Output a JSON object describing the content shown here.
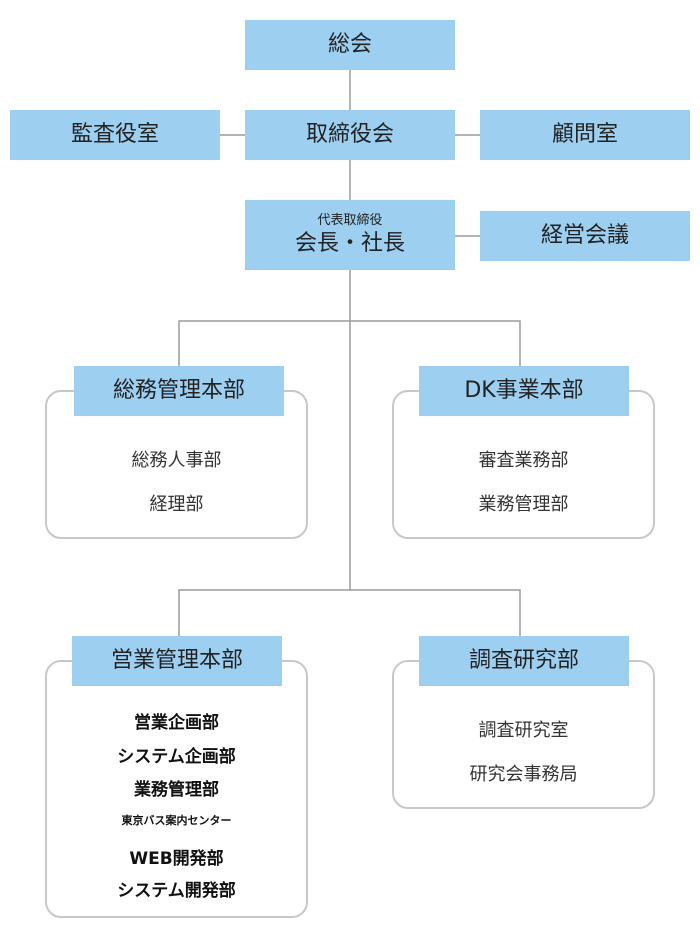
{
  "colors": {
    "box_fill": "#9dcff0",
    "connector": "#9a9a9a",
    "panel_border": "#c8c8c8"
  },
  "top": {
    "general_meeting": "総会",
    "board": "取締役会",
    "audit": "監査役室",
    "advisory": "顧問室",
    "president_title": "代表取締役",
    "president": "会長・社長",
    "management_meeting": "経営会議"
  },
  "divisions": {
    "general_affairs": {
      "title": "総務管理本部",
      "items": [
        "総務人事部",
        "経理部"
      ]
    },
    "dk": {
      "title": "DK事業本部",
      "items": [
        "審査業務部",
        "業務管理部"
      ]
    },
    "sales": {
      "title": "営業管理本部",
      "items": [
        "営業企画部",
        "システム企画部",
        "業務管理部",
        "東京バス案内センター",
        "WEB開発部",
        "システム開発部"
      ]
    },
    "research": {
      "title": "調査研究部",
      "items": [
        "調査研究室",
        "研究会事務局"
      ]
    }
  }
}
